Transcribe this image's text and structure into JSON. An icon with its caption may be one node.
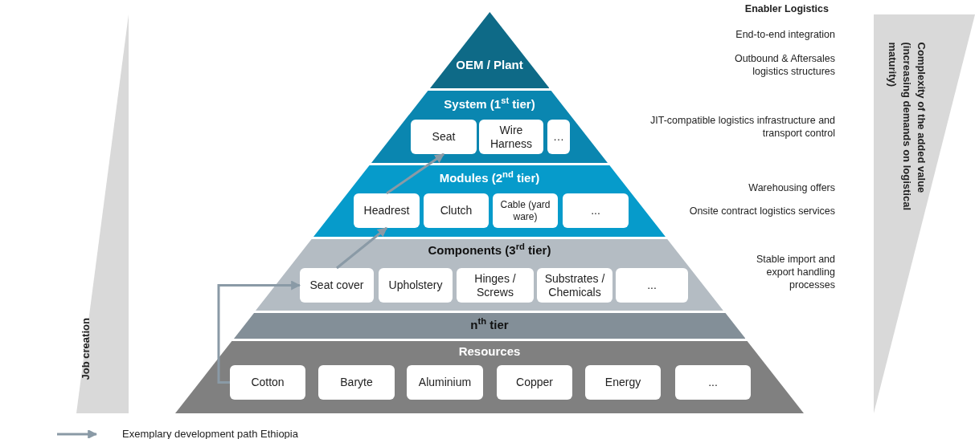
{
  "diagram": {
    "nodes": [
      {
        "text": [
          "OEM / Plant"
        ]
      },
      {
        "text": [
          "System (1$^{st}$ tier)"
        ]
      },
      {
        "text": [
          "Seat"
        ],
        "in": 1
      },
      {
        "text": [
          "Wire Harness"
        ],
        "in": 1
      },
      {
        "text": [
          "…"
        ],
        "in": 1
      },
      {
        "text": [
          "Modules (2$^{nd}$ tier)"
        ]
      },
      {
        "text": [
          "Headrest"
        ],
        "in": 5
      },
      {
        "text": [
          "Clutch"
        ],
        "in": 5
      },
      {
        "text": [
          "Cable (yard ware)"
        ],
        "in": 5
      },
      {
        "text": [
          "..."
        ],
        "in": 5
      },
      {
        "text": [
          "Components (3$^{rd}$ tier)"
        ]
      },
      {
        "text": [
          "Seat cover"
        ],
        "in": 10
      },
      {
        "text": [
          "Upholstery"
        ],
        "in": 10
      },
      {
        "text": [
          "Hinges / Screws"
        ],
        "in": 10
      },
      {
        "text": [
          "Substrates / Chemicals"
        ],
        "in": 10
      },
      {
        "text": [
          "..."
        ],
        "in": 10
      },
      {
        "text": [
          "n$^{th}$ tier"
        ]
      },
      {
        "text": [
          "Resources"
        ]
      },
      {
        "text": [
          "Cotton"
        ],
        "in": 17
      },
      {
        "text": [
          "Baryte"
        ],
        "in": 17
      },
      {
        "text": [
          "Aluminium"
        ],
        "in": 17
      },
      {
        "text": [
          "Copper"
        ],
        "in": 17
      },
      {
        "text": [
          "Energy"
        ],
        "in": 17
      },
      {
        "text": [
          "..."
        ],
        "in": 17
      }
    ],
    "edges": [
      {
        "from": 18,
        "to": 11,
        "arrow": "to",
        "color": "#8a9aa6"
      },
      {
        "from": 11,
        "to": 6,
        "arrow": "to",
        "color": "#8a9aa6"
      },
      {
        "from": 6,
        "to": 2,
        "arrow": "to",
        "color": "#8a9aa6"
      }
    ],
    "labels": [
      "Enabler Logistics",
      "End-to-end integration",
      "Outbound & Aftersales logistics structures",
      "JIT-compatible logistics infrastructure and transport control",
      "Warehousing offers",
      "Onsite contract logistics services",
      "Stable import and export handling processes",
      "Job creation",
      "Complexity of the added value (increasing demands on logistical maturity)"
    ],
    "legend": [
      {
        "text": "Exemplary development path Ethiopia"
      }
    ]
  }
}
